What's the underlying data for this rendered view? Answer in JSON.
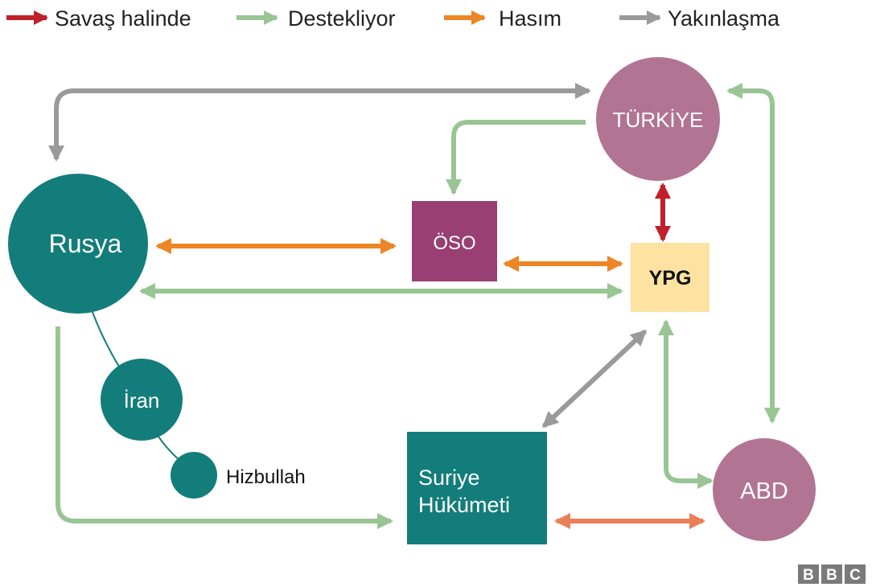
{
  "colors": {
    "war": "#c0202a",
    "support": "#99c594",
    "hostile": "#ec8626",
    "rapprochement": "#9a9a9a",
    "hostile_light": "#ea7e58",
    "teal": "#137d7b",
    "purple_light": "#b27493",
    "purple_dark": "#993f73",
    "ypg_fill": "#fde2a2",
    "bbc_block": "#7a7a7a"
  },
  "legend": {
    "war": {
      "label": "Savaş halinde",
      "color": "#c0202a"
    },
    "support": {
      "label": "Destekliyor",
      "color": "#99c594"
    },
    "hostile": {
      "label": "Hasım",
      "color": "#ec8626"
    },
    "rapprochement": {
      "label": "Yakınlaşma",
      "color": "#9a9a9a"
    }
  },
  "nodes": {
    "turkiye": "TÜRKİYE",
    "rusya": "Rusya",
    "oso": "ÖSO",
    "ypg": "YPG",
    "iran": "İran",
    "hizbullah": "Hizbullah",
    "suriye_line1": "Suriye",
    "suriye_line2": "Hükümeti",
    "abd": "ABD"
  },
  "relations": [
    {
      "from": "TÜRKİYE",
      "to": "Rusya",
      "type": "rapprochement"
    },
    {
      "from": "TÜRKİYE",
      "to": "ÖSO",
      "type": "support"
    },
    {
      "from": "TÜRKİYE",
      "to": "YPG",
      "type": "war"
    },
    {
      "from": "ABD",
      "to": "TÜRKİYE",
      "type": "support"
    },
    {
      "from": "Rusya",
      "to": "ÖSO",
      "type": "hostile"
    },
    {
      "from": "ÖSO",
      "to": "YPG",
      "type": "hostile"
    },
    {
      "from": "Rusya",
      "to": "YPG",
      "type": "support"
    },
    {
      "from": "Rusya",
      "to": "Suriye Hükümeti",
      "type": "support"
    },
    {
      "from": "Suriye Hükümeti",
      "to": "YPG",
      "type": "rapprochement"
    },
    {
      "from": "ABD",
      "to": "YPG",
      "type": "support"
    },
    {
      "from": "Suriye Hükümeti",
      "to": "ABD",
      "type": "hostile"
    },
    {
      "from": "Rusya",
      "to": "İran",
      "type": "link"
    },
    {
      "from": "İran",
      "to": "Hizbullah",
      "type": "link"
    }
  ],
  "logo": {
    "letters": [
      "B",
      "B",
      "C"
    ]
  }
}
